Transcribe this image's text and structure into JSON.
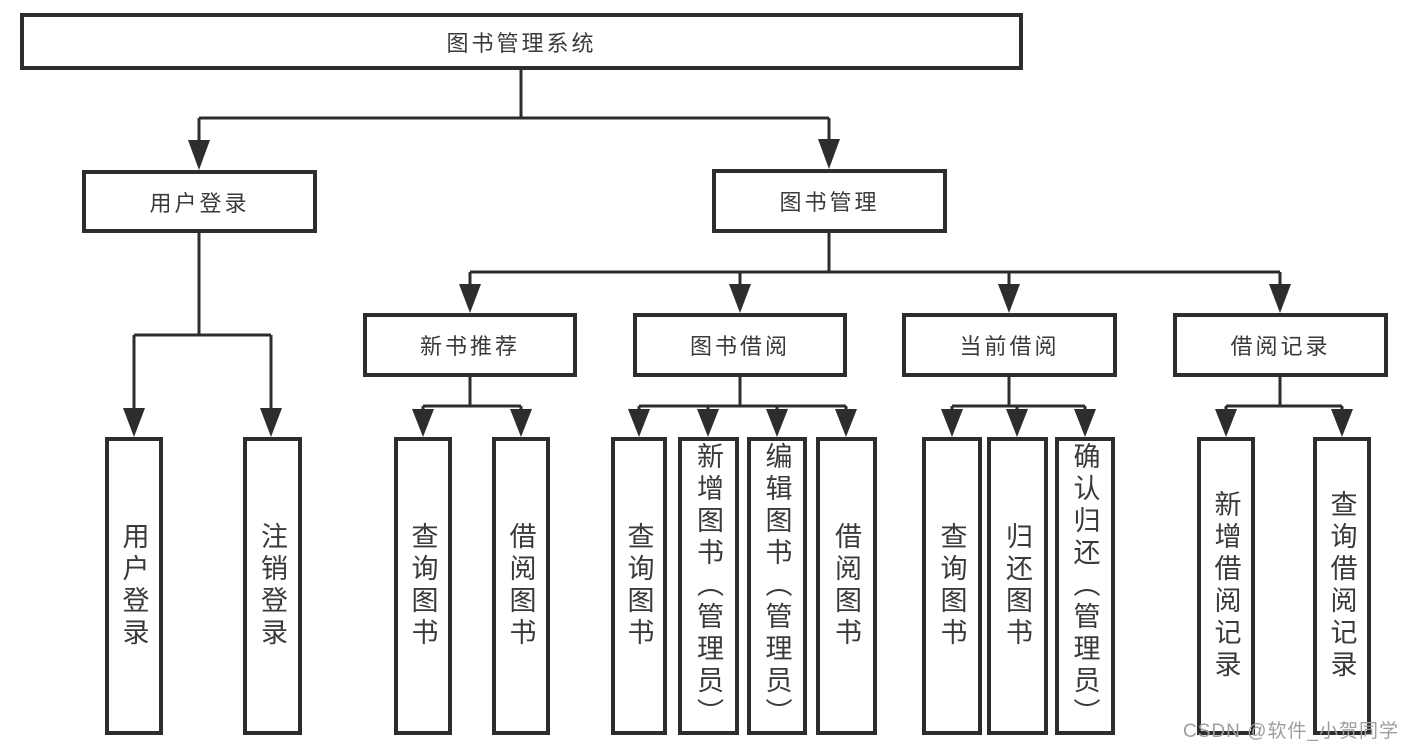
{
  "diagram": {
    "type": "hierarchy-tree",
    "orientation": "top-down"
  },
  "nodes": {
    "root": {
      "label": "图书管理系统"
    },
    "user_login": {
      "label": "用户登录"
    },
    "book_mgmt": {
      "label": "图书管理"
    },
    "new_book_rec": {
      "label": "新书推荐"
    },
    "book_borrow": {
      "label": "图书借阅"
    },
    "current_borrow": {
      "label": "当前借阅"
    },
    "borrow_record": {
      "label": "借阅记录"
    },
    "login": {
      "label": "用户登录"
    },
    "logout": {
      "label": "注销登录"
    },
    "nb_query": {
      "label": "查询图书"
    },
    "nb_borrow": {
      "label": "借阅图书"
    },
    "bb_query": {
      "label": "查询图书"
    },
    "bb_add": {
      "label": "新增图书（管理员）"
    },
    "bb_edit": {
      "label": "编辑图书（管理员）"
    },
    "bb_borrow": {
      "label": "借阅图书"
    },
    "cb_query": {
      "label": "查询图书"
    },
    "cb_return": {
      "label": "归还图书"
    },
    "cb_confirm": {
      "label": "确认归还（管理员）"
    },
    "br_add": {
      "label": "新增借阅记录"
    },
    "br_query": {
      "label": "查询借阅记录"
    }
  },
  "edges": [
    {
      "from": "root",
      "to": [
        "user_login",
        "book_mgmt"
      ]
    },
    {
      "from": "user_login",
      "to": [
        "login",
        "logout"
      ]
    },
    {
      "from": "book_mgmt",
      "to": [
        "new_book_rec",
        "book_borrow",
        "current_borrow",
        "borrow_record"
      ]
    },
    {
      "from": "new_book_rec",
      "to": [
        "nb_query",
        "nb_borrow"
      ]
    },
    {
      "from": "book_borrow",
      "to": [
        "bb_query",
        "bb_add",
        "bb_edit",
        "bb_borrow"
      ]
    },
    {
      "from": "current_borrow",
      "to": [
        "cb_query",
        "cb_return",
        "cb_confirm"
      ]
    },
    {
      "from": "borrow_record",
      "to": [
        "br_add",
        "br_query"
      ]
    }
  ],
  "watermark": {
    "text": "CSDN @软件_小贺同学"
  },
  "colors": {
    "stroke": "#2d2d2d",
    "text": "#3a3a3a",
    "background": "#ffffff",
    "watermark": "#9e9e9e"
  }
}
